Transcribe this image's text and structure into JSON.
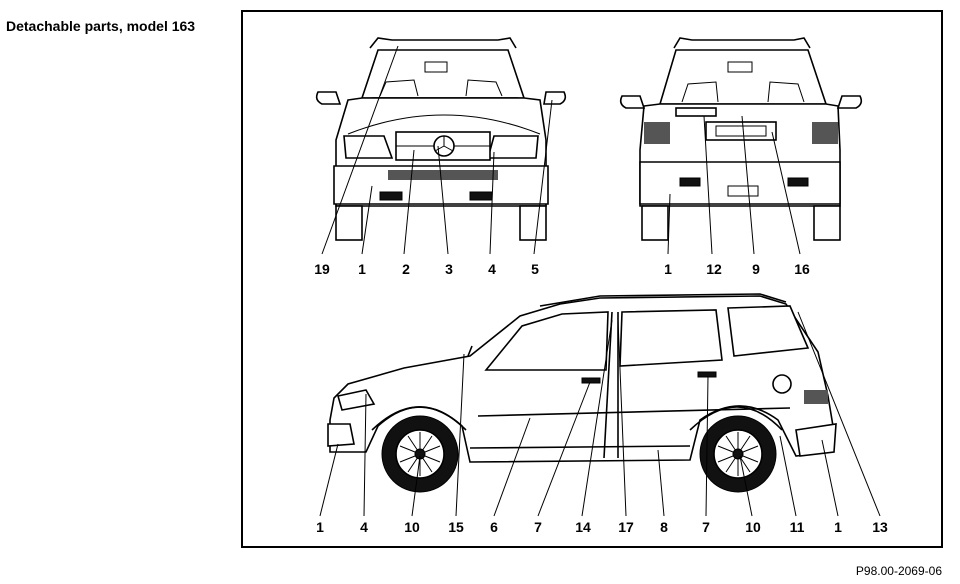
{
  "title": "Detachable parts, model 163",
  "reference": "P98.00-2069-06",
  "front_view": {
    "callouts": [
      "19",
      "1",
      "2",
      "3",
      "4",
      "5"
    ]
  },
  "rear_view": {
    "callouts": [
      "1",
      "12",
      "9",
      "16"
    ]
  },
  "side_view": {
    "callouts": [
      "1",
      "4",
      "10",
      "15",
      "6",
      "7",
      "14",
      "17",
      "8",
      "7",
      "10",
      "11",
      "1",
      "13"
    ]
  }
}
